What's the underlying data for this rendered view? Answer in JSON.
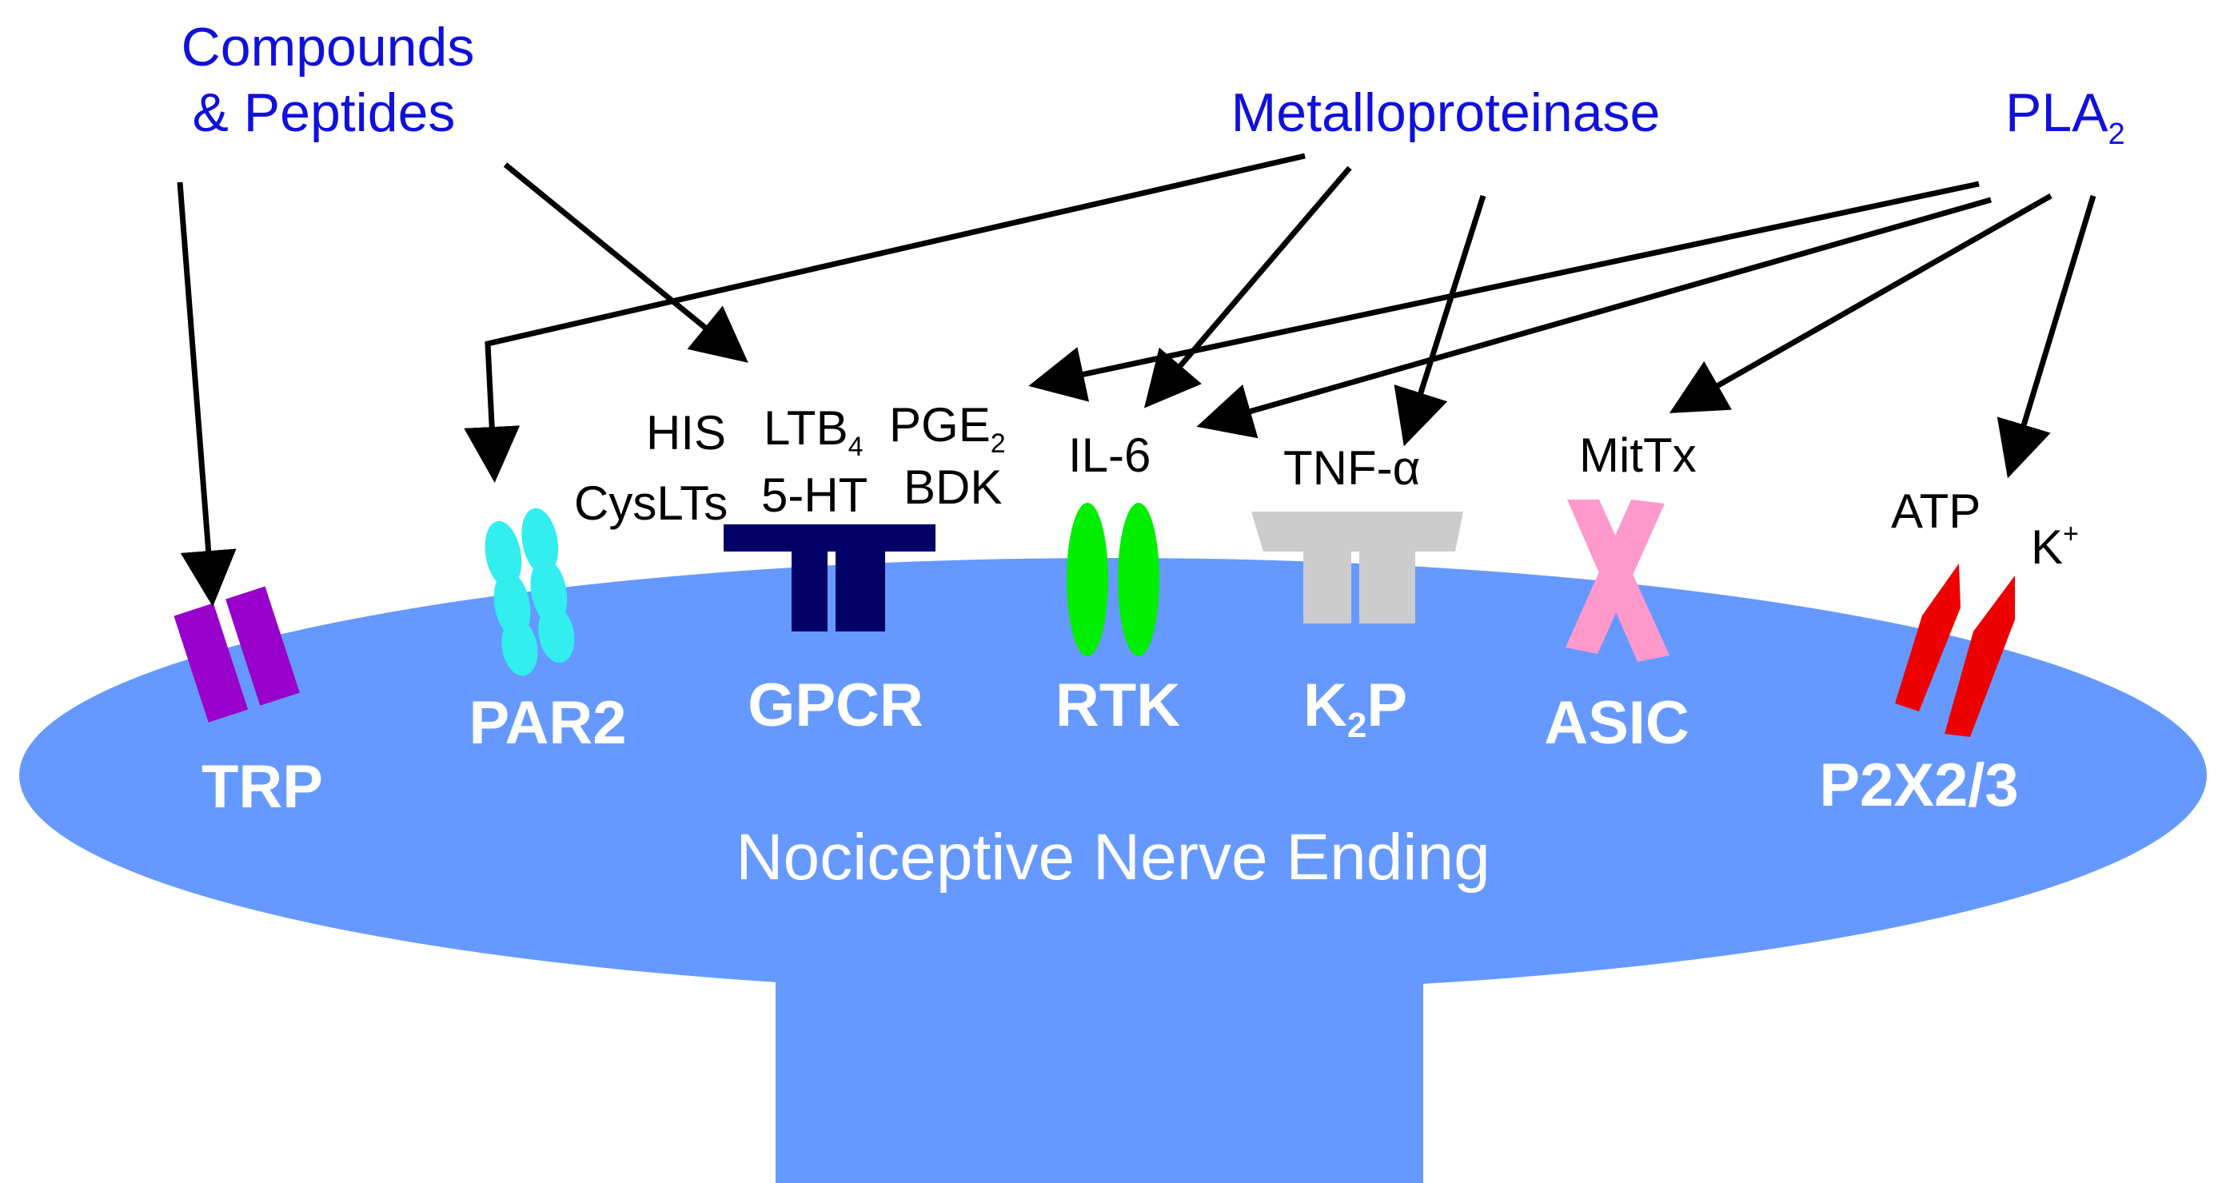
{
  "sources": {
    "compounds_line1": "Compounds",
    "compounds_line2": "& Peptides",
    "metalloproteinase": "Metalloproteinase",
    "pla2_main": "PLA",
    "pla2_sub": "2"
  },
  "mediators": {
    "his": "HIS",
    "cyslts": "CysLTs",
    "ltb4_main": "LTB",
    "ltb4_sub": "4",
    "pge2_main": "PGE",
    "pge2_sub": "2",
    "ht5": "5-HT",
    "bdk": "BDK",
    "il6": "IL-6",
    "tnf": "TNF-α",
    "mittx": "MitTx",
    "atp": "ATP",
    "k_main": "K",
    "k_sup": "+"
  },
  "receptors": {
    "trp": "TRP",
    "par2": "PAR2",
    "gpcr": "GPCR",
    "rtk": "RTK",
    "k2p_main": "K",
    "k2p_sub": "2",
    "k2p_end": "P",
    "asic": "ASIC",
    "p2x": "P2X2/3"
  },
  "nerve_label": "Nociceptive Nerve Ending",
  "colors": {
    "membrane": "#6699ff",
    "source_text": "#1010dd",
    "trp": "#9900cc",
    "par2": "#33eeee",
    "gpcr": "#000066",
    "rtk": "#00ee00",
    "k2p": "#cccccc",
    "asic": "#ff99cc",
    "p2x": "#ee0000"
  }
}
